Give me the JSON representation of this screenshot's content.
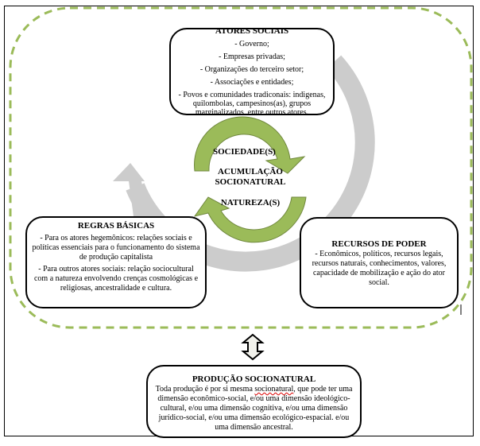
{
  "diagram": {
    "colors": {
      "green_fill": "#9BBB59",
      "green_stroke": "#71893F",
      "gray_cycle": "#CCCCCC",
      "dashed_border": "#9BBB59",
      "box_border": "#000000"
    },
    "center": {
      "top_label": "SOCIEDADE(S)",
      "middle_line1": "ACUMULAÇÃO",
      "middle_line2": "SOCIONATURAL",
      "bottom_label": "NATUREZA(S)"
    },
    "atores_sociais": {
      "title": "ATORES SOCIAIS",
      "items": [
        "- Governo;",
        "- Empresas privadas;",
        "- Organizações do terceiro setor;",
        "- Associações e entidades;",
        "- Povos e comunidades tradiconais: indigenas, quilombolas, campesinos(as), grupos marginalizados, entre outros atores."
      ]
    },
    "regras_basicas": {
      "title": "REGRAS BÁSICAS",
      "items": [
        "-  Para os atores hegemônicos: relações sociais e políticas essenciais para o funcionamento  do sistema de produção capitalista",
        "- Para outros atores sociais: relação sociocultural com a natureza envolvendo crenças cosmológicas e religiosas, ancestralidade e cultura."
      ]
    },
    "recursos_de_poder": {
      "title": "RECURSOS DE PODER",
      "text": "- Econômicos, políticos, recursos legais, recursos naturais, conhecimentos, valores, capacidade de mobilização e ação do ator social."
    },
    "producao_socionatural": {
      "title": "PRODUÇÃO SOCIONATURAL",
      "text_before": "Toda produção é por si mesma ",
      "text_misspelled": "socionatural",
      "text_after": ", que pode ter uma dimensão econômico-social, e/ou uma dimensão ideológico-cultural, e/ou uma dimensão cognitiva, e/ou uma dimensão jurídico-social, e/ou uma dimensão ecológico-espacial. e/ou uma dimensão ancestral."
    },
    "icons": {
      "cycle_arrow": "gray-circular-arrow",
      "center_arrows": "green-curved-arrows",
      "connector": "double-headed-vertical-arrow"
    }
  }
}
